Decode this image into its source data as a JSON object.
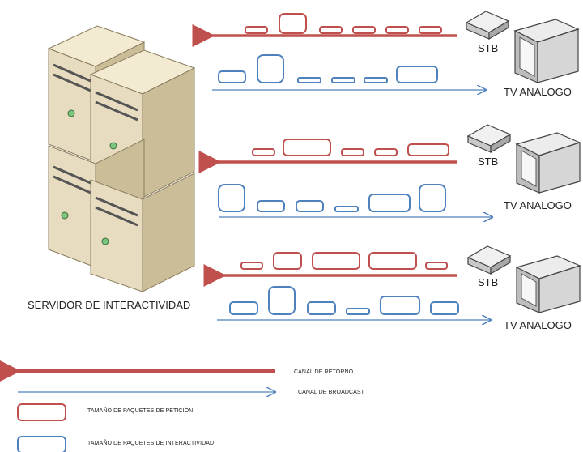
{
  "colors": {
    "return_channel": "#c0504d",
    "broadcast_channel": "#4f81bd",
    "server_body": "#e8dcc0",
    "stb_body": "#dcdcdc",
    "tv_body": "#d4d4d4"
  },
  "server": {
    "label": "SERVIDOR DE INTERACTIVIDAD",
    "icon": "server-rack-icon"
  },
  "clients": [
    {
      "stb_label": "STB",
      "tv_label": "TV ANALOGO"
    },
    {
      "stb_label": "STB",
      "tv_label": "TV ANALOGO"
    },
    {
      "stb_label": "STB",
      "tv_label": "TV ANALOGO"
    }
  ],
  "legend": {
    "return_label": "CANAL DE RETORNO",
    "broadcast_label": "CANAL DE BROADCAST",
    "request_packet_label": "TAMAÑO DE PAQUETES DE PETICIÓN",
    "interactive_packet_label": "TAMAÑO DE PAQUETES DE INTERACTIVIDAD"
  }
}
